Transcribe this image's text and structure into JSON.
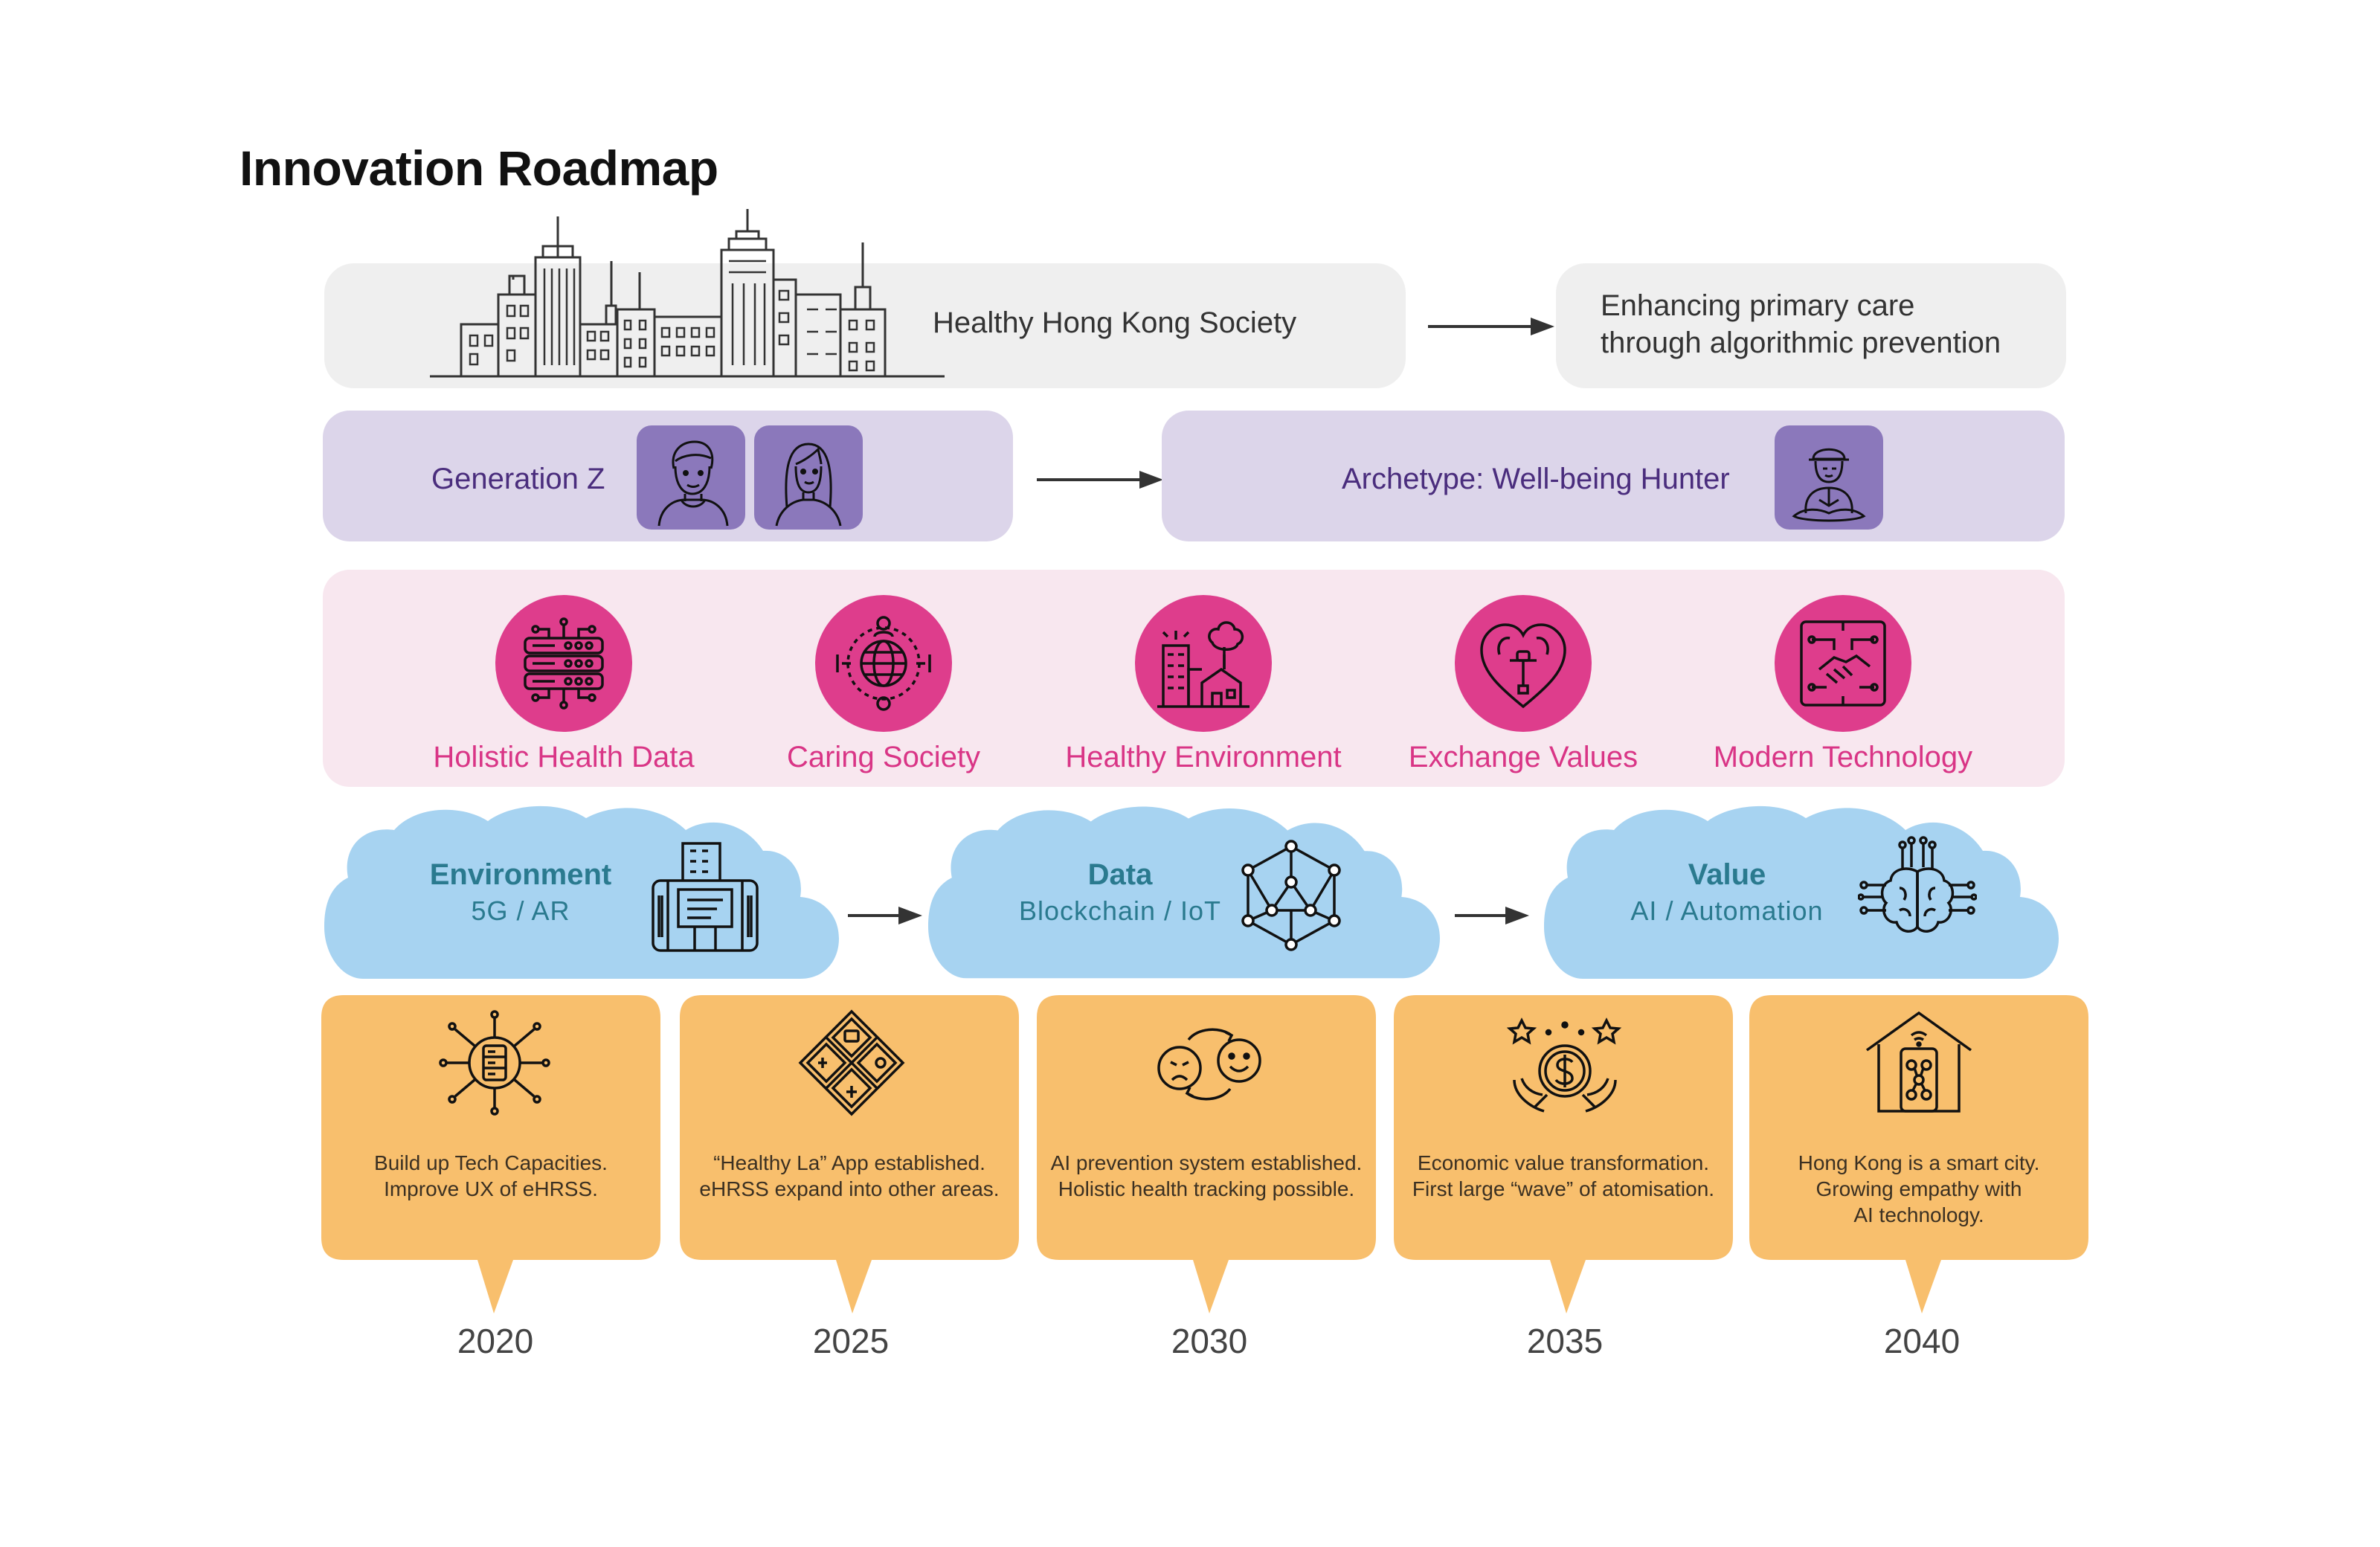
{
  "title": "Innovation Roadmap",
  "row1": {
    "left_label": "Healthy Hong Kong Society",
    "right_label_lines": [
      "Enhancing primary care",
      "through algorithmic prevention"
    ]
  },
  "row2": {
    "left_label": "Generation Z",
    "right_label": "Archetype: Well-being Hunter"
  },
  "values": [
    {
      "label": "Holistic Health Data",
      "icon": "server-icon"
    },
    {
      "label": "Caring Society",
      "icon": "globe-hands-icon"
    },
    {
      "label": "Healthy Environment",
      "icon": "city-tree-icon"
    },
    {
      "label": "Exchange Values",
      "icon": "heart-icon"
    },
    {
      "label": "Modern Technology",
      "icon": "handshake-circuit-icon"
    }
  ],
  "clouds": [
    {
      "title": "Environment",
      "subtitle": "5G / AR",
      "icon": "building-phone-icon"
    },
    {
      "title": "Data",
      "subtitle": "Blockchain / IoT",
      "icon": "network-cube-icon"
    },
    {
      "title": "Value",
      "subtitle": "AI / Automation",
      "icon": "brain-circuit-icon"
    }
  ],
  "milestones": [
    {
      "year": "2020",
      "lines": [
        "Build up Tech Capacities.",
        "Improve UX of eHRSS."
      ],
      "icon": "tech-hub-icon"
    },
    {
      "year": "2025",
      "lines": [
        "“Healthy La” App established.",
        "eHRSS expand into other areas."
      ],
      "icon": "app-grid-icon"
    },
    {
      "year": "2030",
      "lines": [
        "AI prevention system established.",
        "Holistic health tracking possible."
      ],
      "icon": "mood-cycle-icon"
    },
    {
      "year": "2035",
      "lines": [
        "Economic value transformation.",
        "First large “wave” of atomisation."
      ],
      "icon": "money-hands-icon"
    },
    {
      "year": "2040",
      "lines": [
        "Hong Kong is a smart city.",
        "Growing empathy with",
        "AI technology."
      ],
      "icon": "smart-home-icon"
    }
  ],
  "colors": {
    "grey": "#efefef",
    "purple_box": "#dcd5ea",
    "purple_avatar": "#8b78bb",
    "pink_box": "#f8e7ef",
    "magenta": "#de3d8c",
    "cloud_blue": "#a7d3f1",
    "teal_text": "#2a7a8f",
    "orange": "#f8bf6d"
  }
}
